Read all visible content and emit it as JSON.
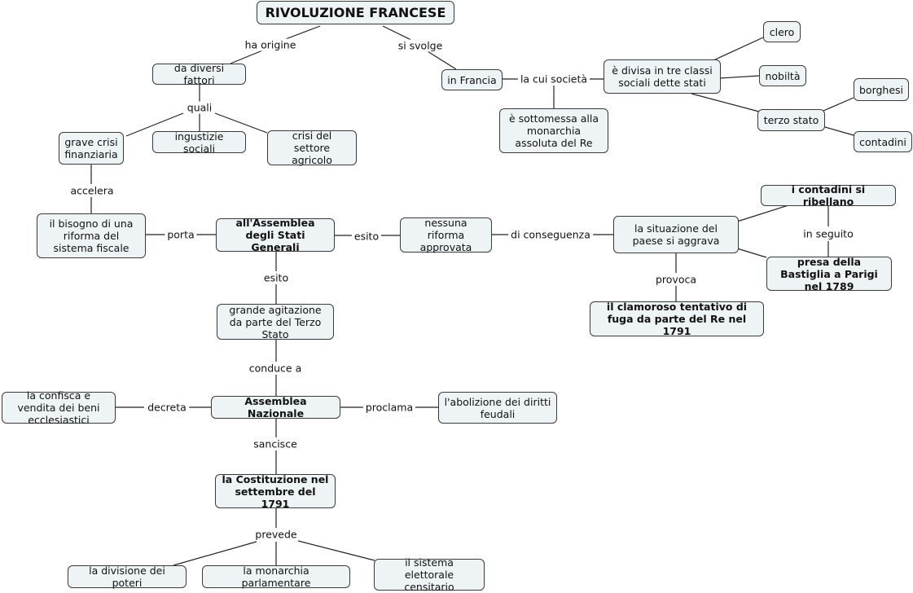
{
  "nodes": {
    "title": "RIVOLUZIONE FRANCESE",
    "fattori": "da diversi fattori",
    "francia": "in Francia",
    "tre_classi": "è divisa in tre classi sociali dette stati",
    "clero": "clero",
    "nobilta": "nobiltà",
    "terzo_stato": "terzo stato",
    "borghesi": "borghesi",
    "contadini": "contadini",
    "monarchia_assoluta": "è sottomessa alla monarchia assoluta del Re",
    "crisi_finanziaria": "grave crisi finanziaria",
    "ingiustizie": "ingustizie sociali",
    "crisi_agricolo": "crisi del settore agricolo",
    "bisogno_riforma": "il bisogno di una riforma del sistema fiscale",
    "stati_generali": "all'Assemblea degli Stati Generali",
    "nessuna_riforma": "nessuna riforma approvata",
    "situazione_aggrava": "la situazione del paese si aggrava",
    "contadini_ribellano": "i contadini si ribellano",
    "bastiglia": "presa della Bastiglia a Parigi nel 1789",
    "fuga_re": "il clamoroso tentativo di fuga da parte del Re nel 1791",
    "agitazione": "grande agitazione da parte del Terzo Stato",
    "assemblea_nazionale": "Assemblea Nazionale",
    "confisca": "la confisca e vendita dei beni ecclesiastici",
    "abolizione": "l'abolizione dei diritti feudali",
    "costituzione": "la Costituzione nel settembre del 1791",
    "divisione_poteri": "la divisione dei poteri",
    "monarchia_parlamentare": "la monarchia parlamentare",
    "sistema_elettorale": "il sistema elettorale censitario"
  },
  "links": {
    "ha_origine": "ha origine",
    "si_svolge": "si svolge",
    "la_cui_societa": "la cui società",
    "quali": "quali",
    "accelera": "accelera",
    "porta": "porta",
    "esito_1": "esito",
    "esito_2": "esito",
    "di_conseguenza": "di conseguenza",
    "in_seguito": "in seguito",
    "provoca": "provoca",
    "conduce_a": "conduce a",
    "decreta": "decreta",
    "proclama": "proclama",
    "sancisce": "sancisce",
    "prevede": "prevede"
  }
}
